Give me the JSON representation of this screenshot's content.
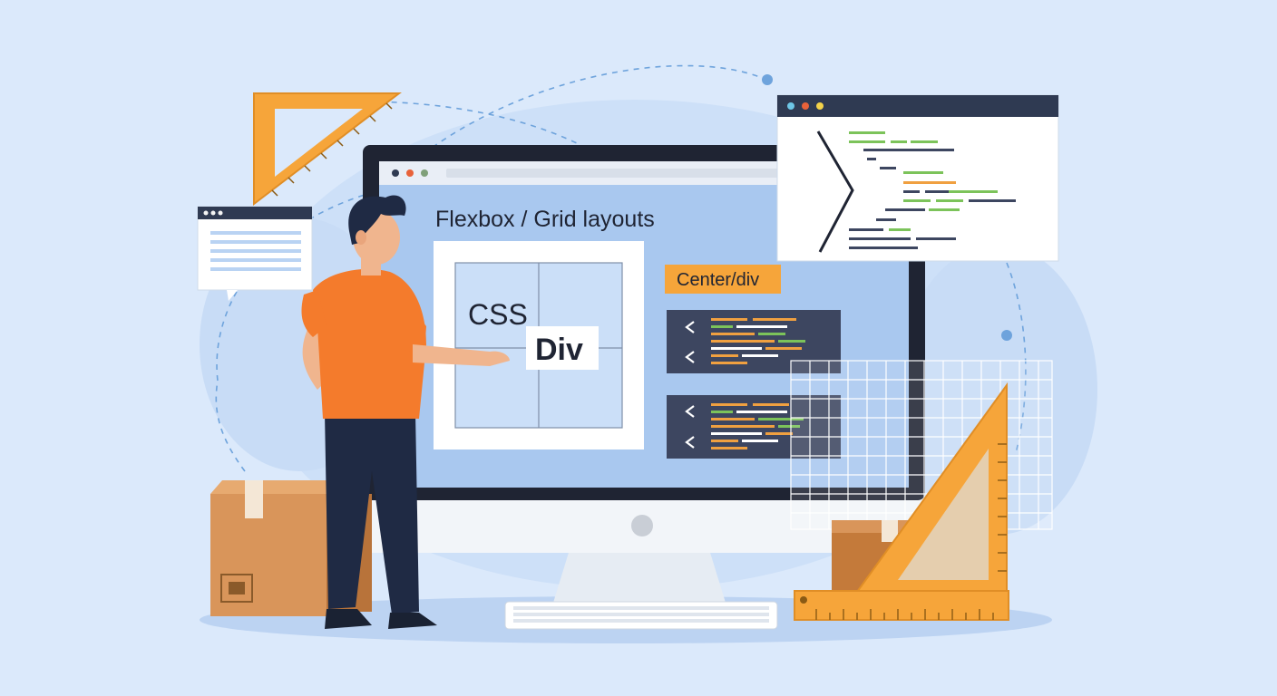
{
  "screen": {
    "title": "Flexbox / Grid layouts",
    "grid_labels": {
      "primary": "CSS",
      "secondary": "Div"
    },
    "tag_label": "Center/div"
  },
  "colors": {
    "background": "#dbe9fb",
    "monitor_frame": "#1f2433",
    "screen_fill": "#a9c8ef",
    "accent_orange": "#f6a53a",
    "shirt_orange": "#f47b2c",
    "code_panel": "#3d4660",
    "code_green": "#7cc35a",
    "code_orange": "#f0a040"
  },
  "icons": [
    "window-dots-icon",
    "chevron-left-icon",
    "ruler-icon",
    "set-square-icon",
    "cardboard-box-icon",
    "keyboard-icon",
    "grid-overlay-icon"
  ]
}
